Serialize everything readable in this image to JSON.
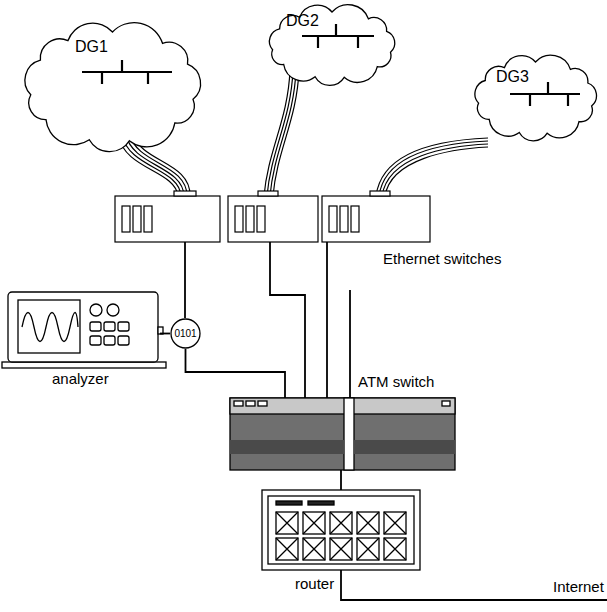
{
  "diagram": {
    "nodes": [
      {
        "text": [
          "DG1"
        ]
      },
      {
        "text": [
          "DG2"
        ]
      },
      {
        "text": [
          "DG3"
        ]
      },
      {
        "text": [
          "0101"
        ]
      },
      {
        "text": [
          "analyzer"
        ]
      },
      {
        "text": [
          "ATM switch"
        ]
      },
      {
        "text": [
          "router"
        ]
      }
    ],
    "edges": [
      {
        "from": 4,
        "to": 3,
        "arrow": "none"
      },
      {
        "from": 3,
        "to": 5,
        "arrow": "none"
      },
      {
        "from": 5,
        "to": 6,
        "arrow": "none"
      }
    ],
    "labels": [
      "Ethernet switches",
      "Internet"
    ]
  }
}
